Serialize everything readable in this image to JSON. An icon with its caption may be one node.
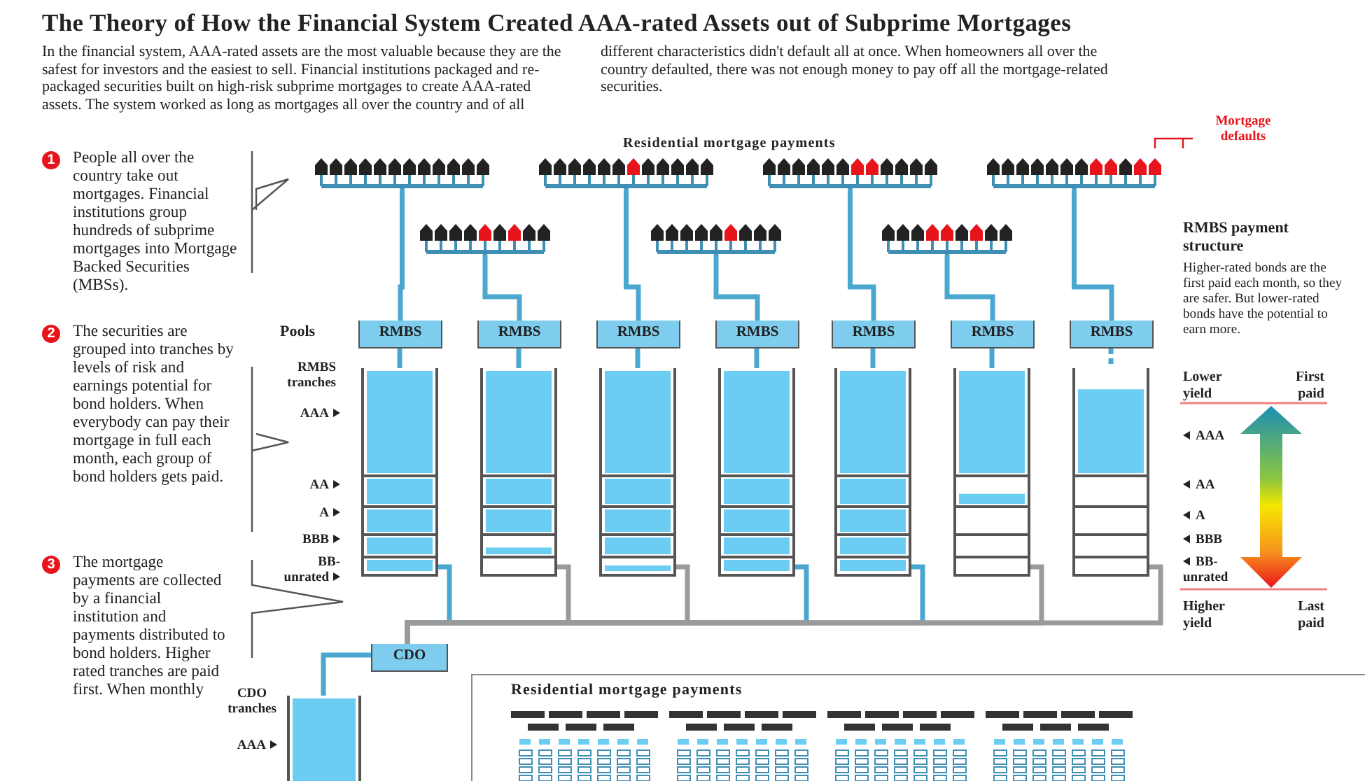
{
  "diagram": {
    "title": "The Theory of How the Financial System Created AAA-rated Assets out of Subprime Mortgages",
    "nodes": [
      {
        "text": [],
        "shape": "picture"
      },
      {
        "text": [],
        "shape": "picture"
      },
      {
        "text": [],
        "shape": "picture"
      },
      {
        "text": [],
        "shape": "picture"
      },
      {
        "text": [],
        "shape": "picture"
      },
      {
        "text": [],
        "shape": "picture"
      },
      {
        "text": [],
        "shape": "picture"
      },
      {
        "text": [
          "RMBS"
        ]
      },
      {
        "text": [
          "RMBS"
        ]
      },
      {
        "text": [
          "RMBS"
        ]
      },
      {
        "text": [
          "RMBS"
        ]
      },
      {
        "text": [
          "RMBS"
        ]
      },
      {
        "text": [
          "RMBS"
        ]
      },
      {
        "text": [
          "RMBS"
        ]
      },
      {
        "text": [],
        "shape": "box"
      },
      {
        "text": [],
        "shape": "box"
      },
      {
        "text": [],
        "shape": "box"
      },
      {
        "text": [],
        "shape": "box"
      },
      {
        "text": [],
        "shape": "box"
      },
      {
        "text": [],
        "shape": "box"
      },
      {
        "text": [],
        "shape": "box"
      },
      {
        "text": [
          "CDO"
        ]
      },
      {
        "text": [],
        "shape": "box"
      }
    ],
    "edges": [
      {
        "from": 0,
        "to": 7,
        "arrow": "none"
      },
      {
        "from": 1,
        "to": 9,
        "arrow": "none"
      },
      {
        "from": 2,
        "to": 11,
        "arrow": "none"
      },
      {
        "from": 3,
        "to": 13,
        "arrow": "none"
      },
      {
        "from": 4,
        "to": 8,
        "arrow": "none"
      },
      {
        "from": 5,
        "to": 10,
        "arrow": "none"
      },
      {
        "from": 6,
        "to": 12,
        "arrow": "none"
      },
      {
        "from": 7,
        "to": 14,
        "arrow": "none"
      },
      {
        "from": 8,
        "to": 15,
        "arrow": "none"
      },
      {
        "from": 9,
        "to": 16,
        "arrow": "none"
      },
      {
        "from": 10,
        "to": 17,
        "arrow": "none"
      },
      {
        "from": 11,
        "to": 18,
        "arrow": "none"
      },
      {
        "from": 12,
        "to": 19,
        "arrow": "none"
      },
      {
        "from": 13,
        "to": 20,
        "arrow": "none",
        "style": "dashed"
      },
      {
        "from": 14,
        "to": 21,
        "arrow": "none"
      },
      {
        "from": 15,
        "to": 21,
        "arrow": "none",
        "color": "#9a9a9a"
      },
      {
        "from": 16,
        "to": 21,
        "arrow": "none",
        "color": "#9a9a9a"
      },
      {
        "from": 17,
        "to": 21,
        "arrow": "none"
      },
      {
        "from": 18,
        "to": 21,
        "arrow": "none"
      },
      {
        "from": 19,
        "to": 21,
        "arrow": "none",
        "color": "#9a9a9a"
      },
      {
        "from": 20,
        "to": 21,
        "arrow": "none",
        "color": "#9a9a9a"
      },
      {
        "from": 21,
        "to": 22,
        "arrow": "none"
      }
    ],
    "labels": [
      "In the financial system, AAA-rated assets are the most valuable because they are the safest for investors and the easiest to sell. Financial institutions packaged and re-packaged securities built on high-risk subprime mortgages to create AAA-rated assets. The system worked as long as mortgages all over the country and of all different characteristics didn't default all at once. When homeowners all over the country defaulted, there was not enough money to pay off all the mortgage-related securities.",
      "Residential mortgage payments",
      "Mortgage defaults",
      "1",
      "People all over the country take out mortgages. Financial institutions group hundreds of subprime mortgages into Mortgage Backed Securities (MBSs).",
      "RMBS payment structure",
      "Higher-rated bonds are the first paid each month, so they are safer. But lower-rated bonds have the potential to earn more.",
      "2",
      "The securities are grouped into tranches by levels of risk and earnings potential for bond holders. When everybody can pay their mortgage in full each month, each group of bond holders gets paid.",
      "Pools",
      "RMBS tranches",
      "Lower yield",
      "First paid",
      "AAA",
      "AAA",
      "AA",
      "AA",
      "A",
      "A",
      "BBB",
      "BBB",
      "3",
      "The mortgage payments are collected by a financial institution and payments distributed to bond holders. Higher rated tranches are paid first. When monthly",
      "BB-unrated",
      "BB-unrated",
      "Higher yield",
      "Last paid",
      "CDO tranches",
      "Residential mortgage payments",
      "AAA"
    ]
  }
}
